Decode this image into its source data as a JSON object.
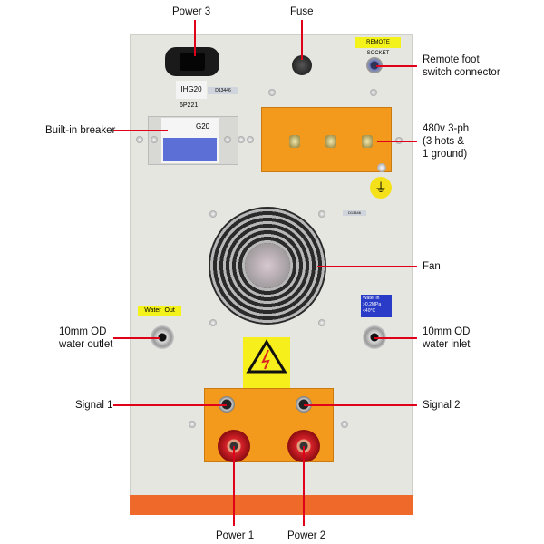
{
  "callouts": {
    "power3": "Power 3",
    "fuse": "Fuse",
    "remote_line1": "Remote foot",
    "remote_line2": "switch connector",
    "breaker": "Built-in breaker",
    "power_in_line1": "480v 3-ph",
    "power_in_line2": "(3 hots &",
    "power_in_line3": "1 ground)",
    "fan": "Fan",
    "outlet_line1": "10mm OD",
    "outlet_line2": "water outlet",
    "inlet_line1": "10mm OD",
    "inlet_line2": "water inlet",
    "signal1": "Signal 1",
    "signal2": "Signal 2",
    "power1": "Power 1",
    "power2": "Power 2"
  },
  "device": {
    "remote_socket_label": "REMOTE SOCKET",
    "model_label": "IHG20",
    "model_tag": "D13446",
    "breaker_code": "6P221",
    "breaker_rating": "G20",
    "fan_tag": "D13446",
    "water_out_label": "Water  Out",
    "water_in_label1": "Water in",
    "water_in_label2": ">0.2MPa",
    "water_in_label3": "<40°C"
  },
  "colors": {
    "callout_line": "#e0001a",
    "panel": "#e6e6e1",
    "orange": "#f39a1c",
    "base": "#ef6a2a"
  }
}
